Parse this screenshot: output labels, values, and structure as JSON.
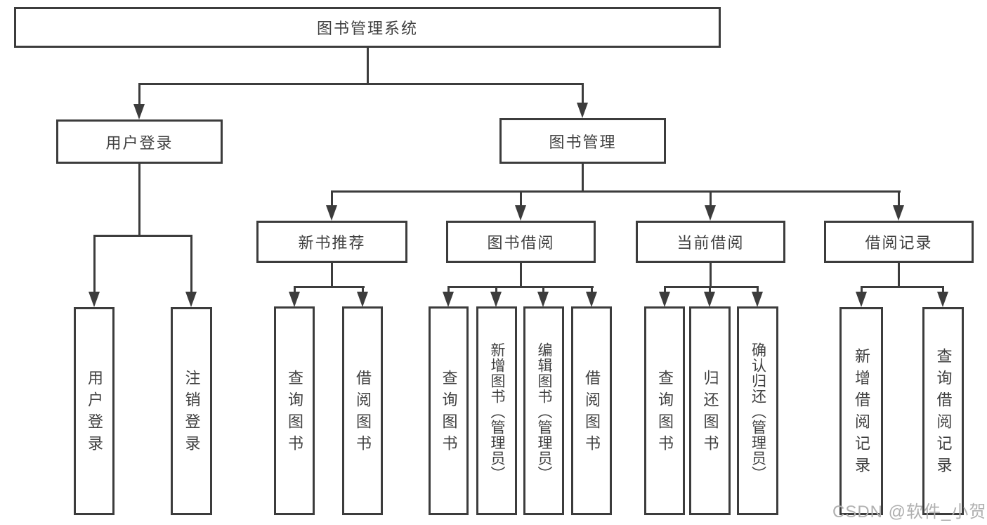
{
  "diagram": {
    "root": {
      "label": "图书管理系统"
    },
    "level2": [
      {
        "label": "用户登录"
      },
      {
        "label": "图书管理"
      }
    ],
    "level3": [
      {
        "label": "新书推荐"
      },
      {
        "label": "图书借阅"
      },
      {
        "label": "当前借阅"
      },
      {
        "label": "借阅记录"
      }
    ],
    "leaves": {
      "user_login": [
        "用户登录",
        "注销登录"
      ],
      "new_book_recommend": [
        "查询图书",
        "借阅图书"
      ],
      "book_borrow": [
        "查询图书",
        "新增图书（管理员）",
        "编辑图书（管理员）",
        "借阅图书"
      ],
      "current_borrow": [
        "查询图书",
        "归还图书",
        "确认归还（管理员）"
      ],
      "borrow_record": [
        "新增借阅记录",
        "查询借阅记录"
      ]
    }
  },
  "watermark": {
    "text": "CSDN @软件_小贺同学"
  },
  "colors": {
    "line": "#3c3c3c",
    "text": "#404040",
    "box_background": "#ffffff",
    "watermark": "#b0b0b0",
    "page_background": "#ffffff"
  }
}
